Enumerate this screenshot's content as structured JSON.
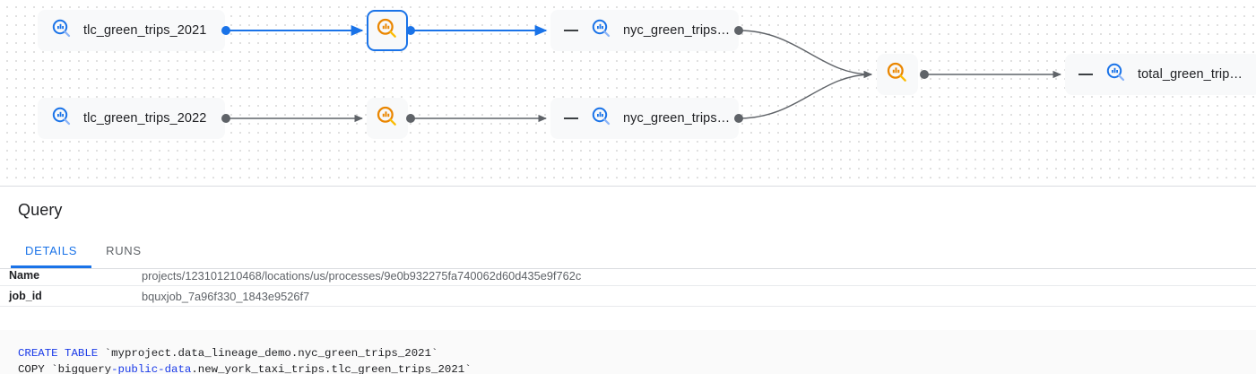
{
  "graph": {
    "nodes": [
      {
        "id": "tlc2021",
        "kind": "table",
        "label": "tlc_green_trips_2021",
        "icon": "magnifier-bar-chart-blue-icon",
        "selected": false,
        "has_dash": false
      },
      {
        "id": "tlc2022",
        "kind": "table",
        "label": "tlc_green_trips_2022",
        "icon": "magnifier-bar-chart-blue-icon",
        "selected": false,
        "has_dash": false
      },
      {
        "id": "proc1",
        "kind": "process",
        "label": "",
        "icon": "magnifier-bar-chart-orange-icon",
        "selected": true,
        "has_dash": false
      },
      {
        "id": "proc2",
        "kind": "process",
        "label": "",
        "icon": "magnifier-bar-chart-orange-icon",
        "selected": false,
        "has_dash": false
      },
      {
        "id": "nyc1",
        "kind": "table",
        "label": "nyc_green_trips…",
        "icon": "magnifier-bar-chart-blue-icon",
        "selected": false,
        "has_dash": true
      },
      {
        "id": "nyc2",
        "kind": "table",
        "label": "nyc_green_trips…",
        "icon": "magnifier-bar-chart-blue-icon",
        "selected": false,
        "has_dash": true
      },
      {
        "id": "proc3",
        "kind": "process",
        "label": "",
        "icon": "magnifier-bar-chart-orange-icon",
        "selected": false,
        "has_dash": false
      },
      {
        "id": "total",
        "kind": "table",
        "label": "total_green_trip…",
        "icon": "magnifier-bar-chart-blue-icon",
        "selected": false,
        "has_dash": true
      }
    ],
    "colors": {
      "edge_default": "#5f6368",
      "edge_highlight": "#1a73e8",
      "node_background": "#f8f9fa",
      "selected_border": "#1a73e8",
      "process_icon": "#ea8600",
      "table_icon": "#1a73e8",
      "canvas_dot": "#e0e0e0"
    }
  },
  "panel": {
    "title": "Query",
    "tabs": [
      {
        "label": "DETAILS",
        "active": true
      },
      {
        "label": "RUNS",
        "active": false
      }
    ],
    "rows": [
      {
        "key": "Name",
        "value": "projects/123101210468/locations/us/processes/9e0b932275fa740062d60d435e9f762c"
      },
      {
        "key": "job_id",
        "value": "bquxjob_7a96f330_1843e9526f7"
      }
    ],
    "sql": {
      "line1_kw": "CREATE TABLE",
      "line1_rest": " `myproject.data_lineage_demo.nyc_green_trips_2021`",
      "line2_pre": "COPY `bigquery",
      "line2_kw": "-public-data",
      "line2_rest": ".new_york_taxi_trips.tlc_green_trips_2021`"
    }
  }
}
